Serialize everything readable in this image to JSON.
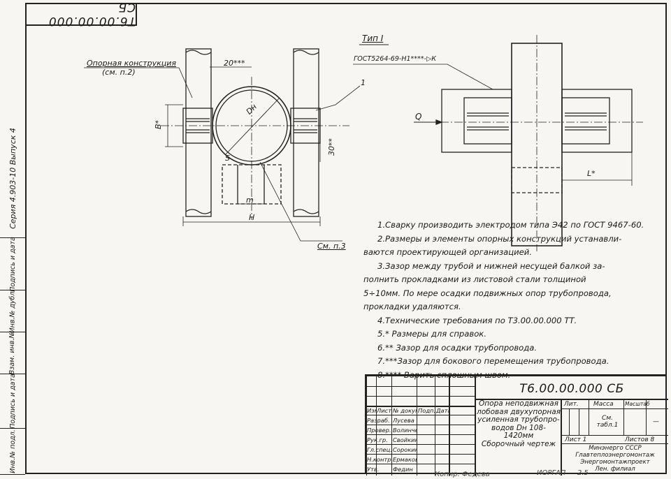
{
  "stamp_top": "Т6.00.00.000 СБ",
  "series_label": "Серия 4.903-10 Выпуск 4",
  "left_strip": [
    "Подпись и дата",
    "Инв.№ дубл.",
    "Взам. инв.№",
    "Подпись и дата",
    "Инв.№ подл."
  ],
  "view1": {
    "label_support": "Опорная конструкция",
    "label_support_ref": "(см. п.2)",
    "dim_20": "20***",
    "dim_B": "В*",
    "dim_Dn": "Dн",
    "dim_S": "S",
    "dim_30": "30**",
    "dim_m": "m",
    "dim_H": "Н",
    "pos_1": "1",
    "ref_p3": "См. п.3"
  },
  "view2": {
    "type_title": "Тип I",
    "gost": "ГОСТ5264-69-Н1****-▷К",
    "force_Q": "Q",
    "dim_L": "L*"
  },
  "notes": [
    "1.Сварку производить электродом типа Э42 по ГОСТ 9467-60.",
    "2.Размеры и элементы опорных конструкций устанавли-",
    "ваются проектирующей организацией.",
    "3.Зазор между трубой и нижней несущей балкой за-",
    "полнить прокладками из листовой стали толщиной",
    "5÷10мм. По мере осадки подвижных опор трубопровода,",
    "прокладки удаляются.",
    "4.Технические требования по Т3.00.00.000 ТТ.",
    "5.* Размеры для справок.",
    "6.** Зазор для осадки трубопровода.",
    "7.***Зазор для бокового перемещения трубопровода.",
    "8.**** Варить сплошным швом."
  ],
  "title_block": {
    "code": "Т6.00.00.000 СБ",
    "name_lines": [
      "Опора неподвижная",
      "лобовая двухупорная",
      "усиленная трубопро-",
      "водов Dн 108-1420мм",
      "Сборочный чертеж"
    ],
    "columns": [
      "Изм",
      "Лист",
      "№ докум.",
      "Подп.",
      "Дата"
    ],
    "roles": [
      {
        "role": "Разраб.",
        "name": "Лусева"
      },
      {
        "role": "Провер.",
        "name": "Волинченко"
      },
      {
        "role": "Рук.гр.",
        "name": "Свойкин"
      },
      {
        "role": "Гл.спец.",
        "name": "Сорокин"
      },
      {
        "role": "Н.контр.",
        "name": "Ермаков"
      },
      {
        "role": "Утв.",
        "name": "Федин"
      }
    ],
    "lit_label": "Лит.",
    "mass_label": "Масса",
    "scale_label": "Масштаб",
    "mass_value": "См. табл.1",
    "scale_value": "—",
    "sheet_label": "Лист 1",
    "sheets_label": "Листов 8",
    "org_lines": [
      "Минэнерго СССР",
      "Главтеплоэнергомонтаж",
      "Энергомонтажпроект",
      "Лен. филиал"
    ]
  },
  "bottom_scrawl": [
    "Копир. Федева",
    "ИОРГАП",
    "2.5"
  ]
}
